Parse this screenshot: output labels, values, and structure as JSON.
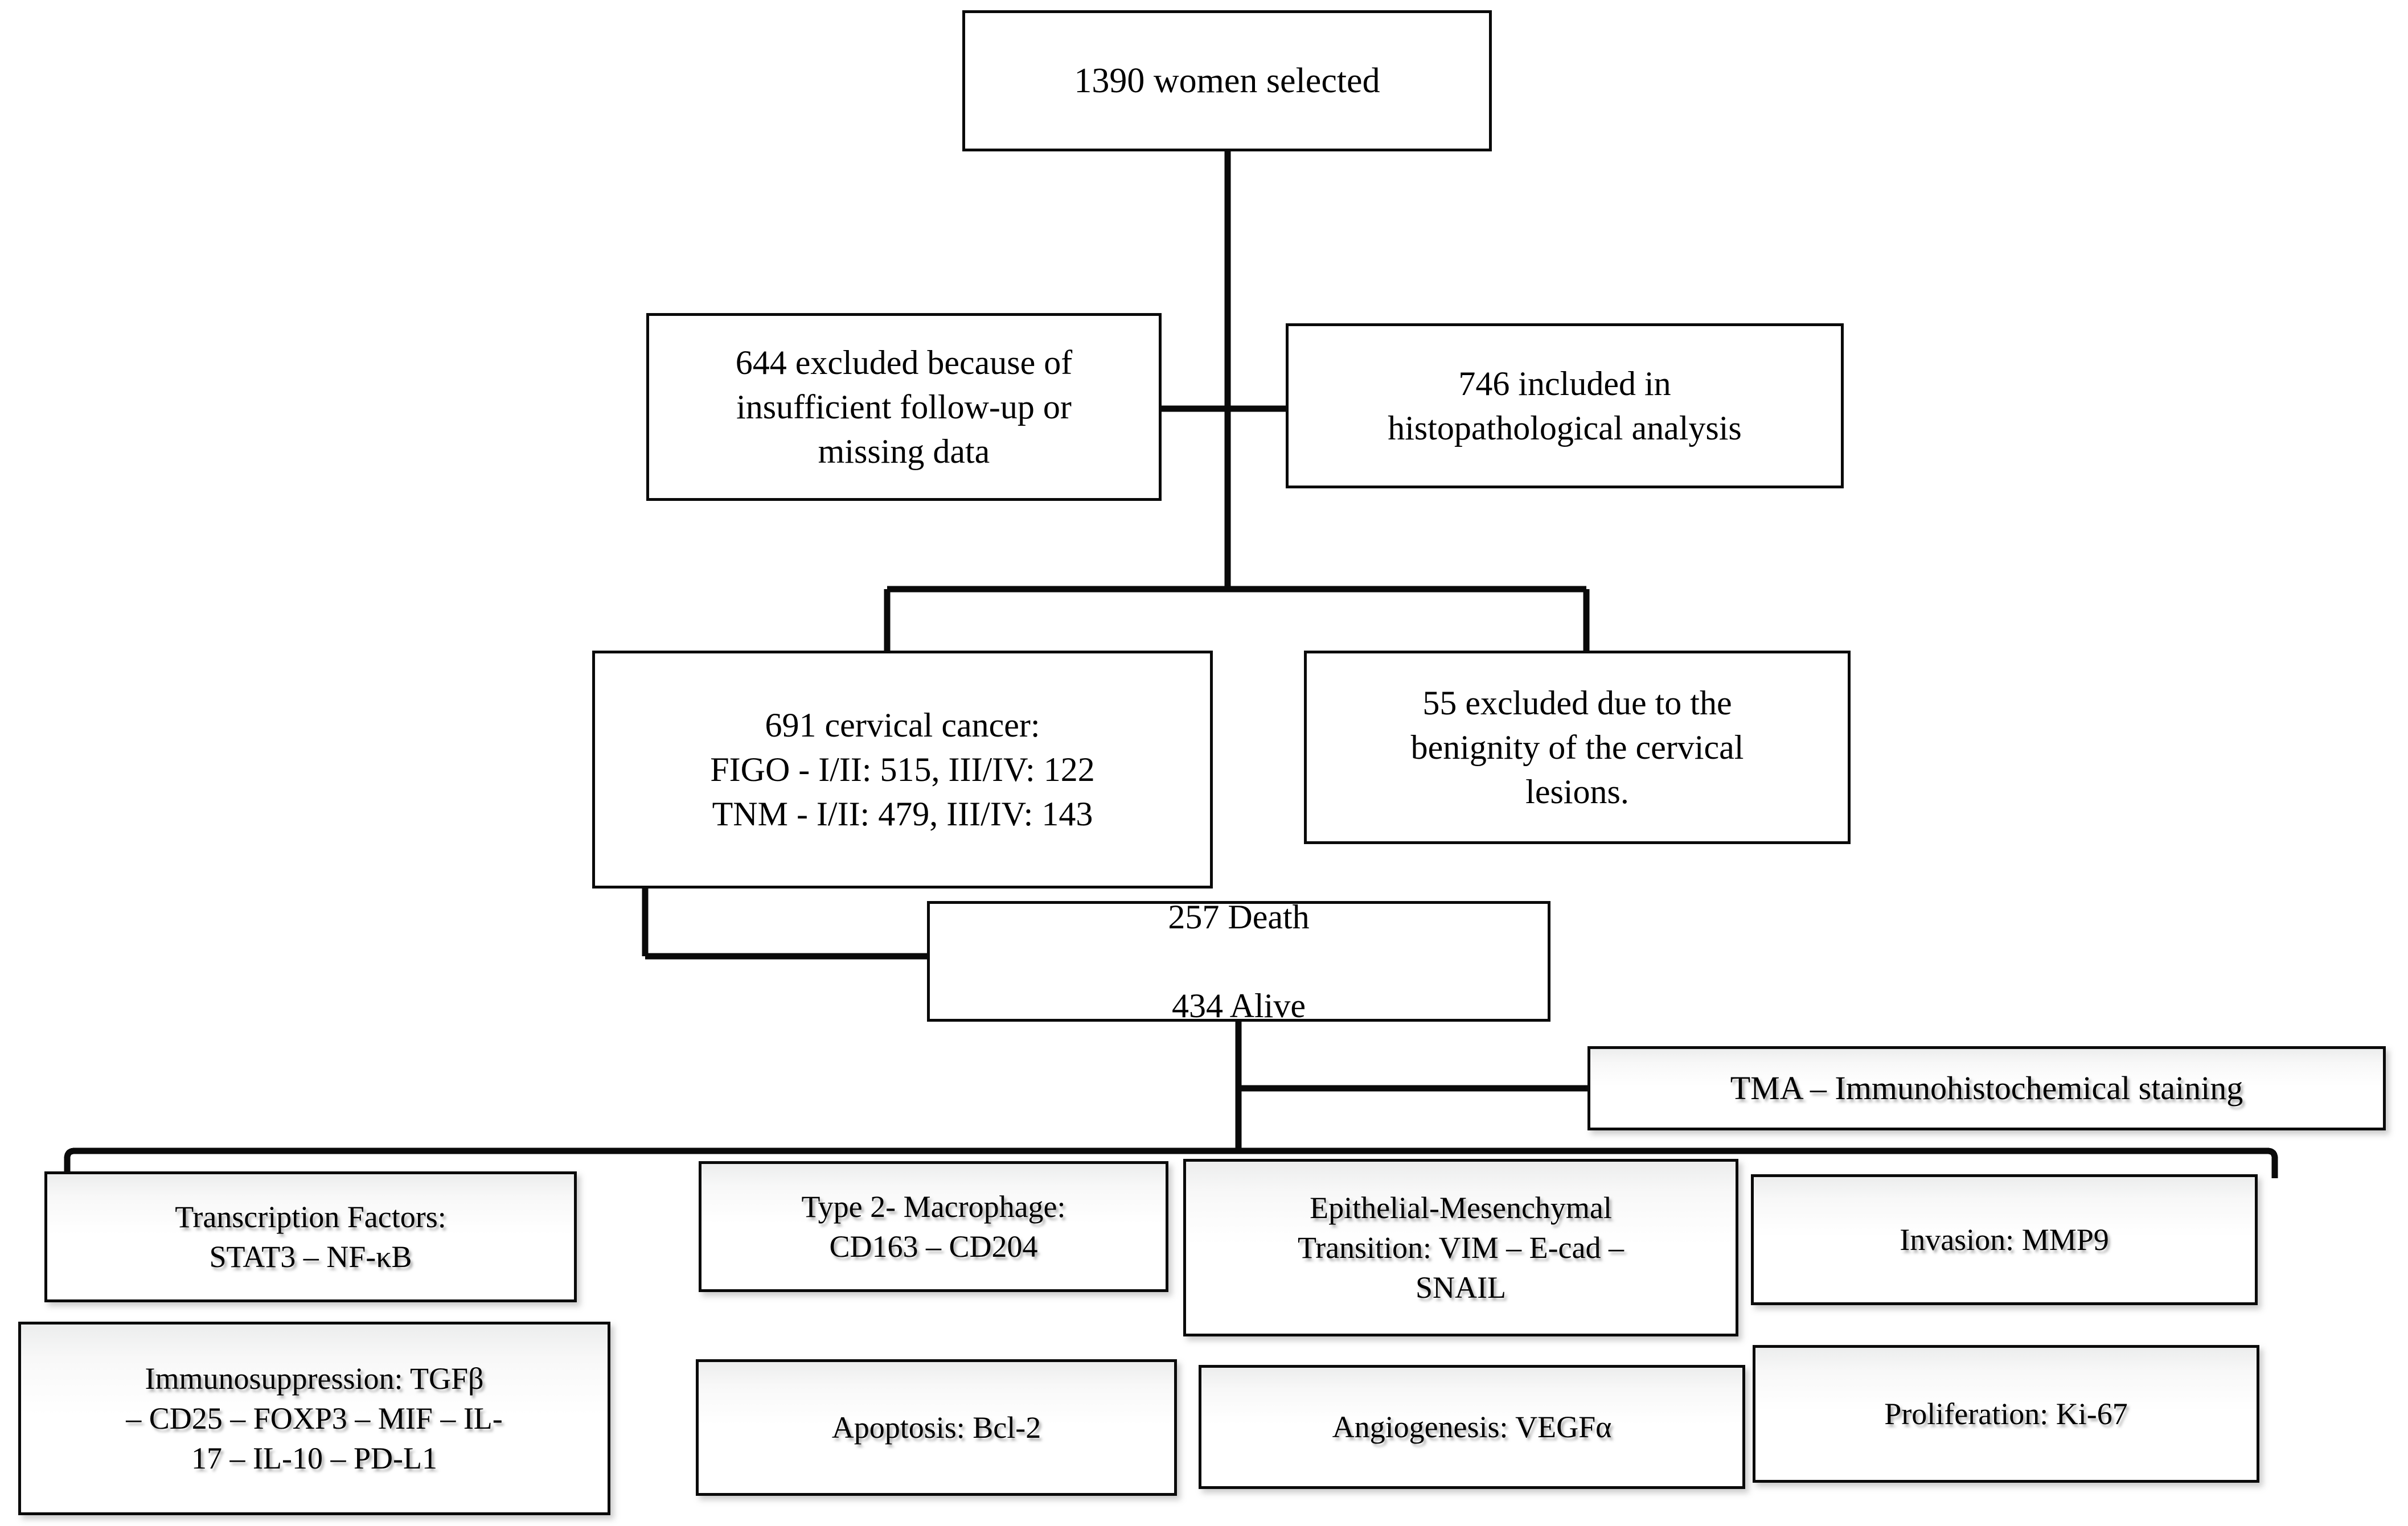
{
  "figure": {
    "kind": "study-flowchart",
    "title": "Patient selection and immunohistochemical analysis flowchart"
  },
  "nodes": {
    "selected": {
      "label": "1390 women selected"
    },
    "excluded_followup": {
      "label": "644 excluded because of\ninsufficient follow-up or\nmissing data"
    },
    "included_histopathology": {
      "label": "746 included in\nhistopathological analysis"
    },
    "cervical_cancer": {
      "label": "691 cervical cancer:\nFIGO - I/II: 515, III/IV: 122\nTNM - I/II: 479, III/IV: 143"
    },
    "excluded_benign": {
      "label": "55 excluded due to the\nbenignity of the cervical\nlesions."
    },
    "outcome": {
      "label": "257 Death\n\n434 Alive"
    },
    "tma": {
      "label": "TMA – Immunohistochemical staining"
    },
    "transcription_factors": {
      "label": "Transcription Factors:\nSTAT3 – NF-κB"
    },
    "macrophage": {
      "label": "Type 2- Macrophage:\nCD163 – CD204"
    },
    "emt": {
      "label": "Epithelial-Mesenchymal\nTransition: VIM – E-cad –\nSNAIL"
    },
    "invasion": {
      "label": "Invasion: MMP9"
    },
    "immunosuppression": {
      "label": "Immunosuppression: TGFβ\n– CD25 – FOXP3 – MIF – IL-\n17 – IL-10 – PD-L1"
    },
    "apoptosis": {
      "label": "Apoptosis: Bcl-2"
    },
    "angiogenesis": {
      "label": "Angiogenesis: VEGFα"
    },
    "proliferation": {
      "label": "Proliferation: Ki-67"
    }
  },
  "counts": {
    "women_selected": 1390,
    "excluded_followup_or_missing": 644,
    "included_histopathological": 746,
    "cervical_cancer": 691,
    "figo_I_II": 515,
    "figo_III_IV": 122,
    "tnm_I_II": 479,
    "tnm_III_IV": 143,
    "excluded_benign": 55,
    "death": 257,
    "alive": 434
  },
  "markers": {
    "transcription_factors": [
      "STAT3",
      "NF-κB"
    ],
    "type2_macrophage": [
      "CD163",
      "CD204"
    ],
    "epithelial_mesenchymal_transition": [
      "VIM",
      "E-cad",
      "SNAIL"
    ],
    "invasion": [
      "MMP9"
    ],
    "immunosuppression": [
      "TGFβ",
      "CD25",
      "FOXP3",
      "MIF",
      "IL-17",
      "IL-10",
      "PD-L1"
    ],
    "apoptosis": [
      "Bcl-2"
    ],
    "angiogenesis": [
      "VEGFα"
    ],
    "proliferation": [
      "Ki-67"
    ]
  },
  "colors": {
    "stroke": "#0a0a0a",
    "fill": "#ffffff",
    "text": "#000000"
  }
}
